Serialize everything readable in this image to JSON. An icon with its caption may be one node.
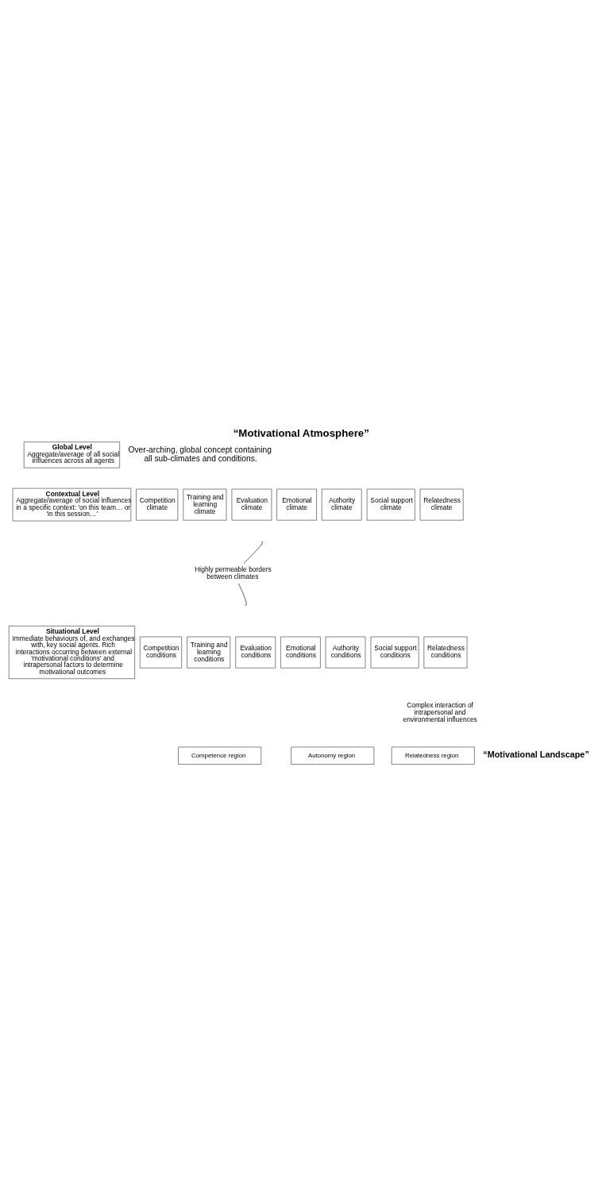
{
  "diagram": {
    "title": "“Motivational Atmosphere”",
    "nodes": [
      {
        "text": [
          "Global Level",
          "Aggregate/average of all social influences across all agents"
        ]
      },
      {
        "text": [
          "Contextual Level",
          "Aggregate/average of social influences in a specific context: 'on this team… or 'in this session…'"
        ]
      },
      {
        "text": [
          "Situational Level",
          "Immediate behaviours of, and exchanges with, key social agents. Rich interactions occurring between external 'motivational conditions' and intrapersonal factors to determine motivational outcomes"
        ]
      },
      {
        "text": [
          "Competition climate"
        ]
      },
      {
        "text": [
          "Training and learning climate"
        ]
      },
      {
        "text": [
          "Evaluation climate"
        ]
      },
      {
        "text": [
          "Emotional climate"
        ]
      },
      {
        "text": [
          "Authority climate"
        ]
      },
      {
        "text": [
          "Social support climate"
        ]
      },
      {
        "text": [
          "Relatedness climate"
        ]
      },
      {
        "text": [
          "Highly permeable borders between climates"
        ]
      },
      {
        "text": [
          "Competition conditions"
        ]
      },
      {
        "text": [
          "Training and learning conditions"
        ]
      },
      {
        "text": [
          "Evaluation conditions"
        ]
      },
      {
        "text": [
          "Emotional conditions"
        ]
      },
      {
        "text": [
          "Authority conditions"
        ]
      },
      {
        "text": [
          "Social support conditions"
        ]
      },
      {
        "text": [
          "Relatedness conditions"
        ]
      },
      {
        "text": [
          "Competence region"
        ]
      },
      {
        "text": [
          "Autonomy region"
        ]
      },
      {
        "text": [
          "Relatedness region"
        ]
      }
    ],
    "edges": [
      {
        "from": 10,
        "to": null,
        "arrow": "none"
      },
      {
        "from": 10,
        "to": null,
        "arrow": "none"
      }
    ],
    "labels": [
      "Over-arching, global concept containing all sub-climates and conditions.",
      "Complex interaction of intrapersonal and environmental influences",
      "“Motivational Landscape”"
    ]
  }
}
